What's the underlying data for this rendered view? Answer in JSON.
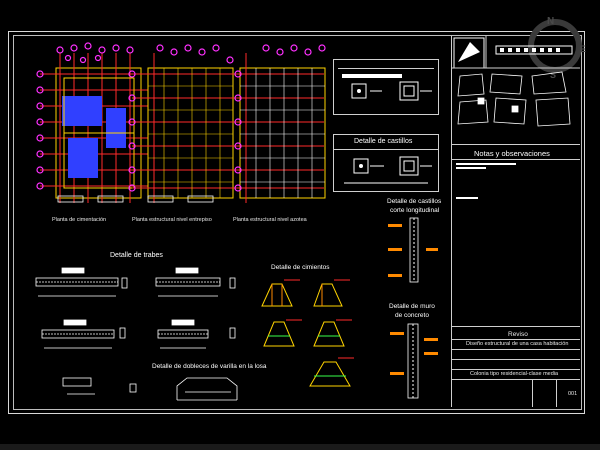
{
  "drawing": {
    "plan_labels": {
      "foundation": "Planta de cimentación",
      "mezzanine": "Planta estructural nivel entrepiso",
      "roof": "Planta estructural nivel azotea"
    },
    "section_titles": {
      "beams": "Detalle de trabes",
      "footings": "Detalle de cimientos",
      "slab_bends": "Detalle de dobleces de varilla en la losa",
      "castillos": "Detalle de castillos",
      "castillos_long_1": "Detalle de castillos",
      "castillos_long_2": "corte longitudinal",
      "wall_1": "Detalle de muro",
      "wall_2": "de concreto"
    },
    "title_block": {
      "notes_title": "Notas y observaciones",
      "revised": "Reviso",
      "project": "Diseño estructural de una casa habitación",
      "location": "Colonia tipo residencial-clase media",
      "sheet_number": "001"
    },
    "compass": {
      "north": "N",
      "east": "E",
      "south": "S"
    },
    "colors": {
      "background": "#000000",
      "frame": "#d8d8d8",
      "red": "#ff2a2a",
      "yellow": "#ffd400",
      "blue": "#3040ff",
      "white": "#ffffff",
      "orange": "#ff8a00",
      "magenta": "#ff30ff",
      "green": "#39ff4a",
      "cyan": "#2ad7ff"
    }
  }
}
